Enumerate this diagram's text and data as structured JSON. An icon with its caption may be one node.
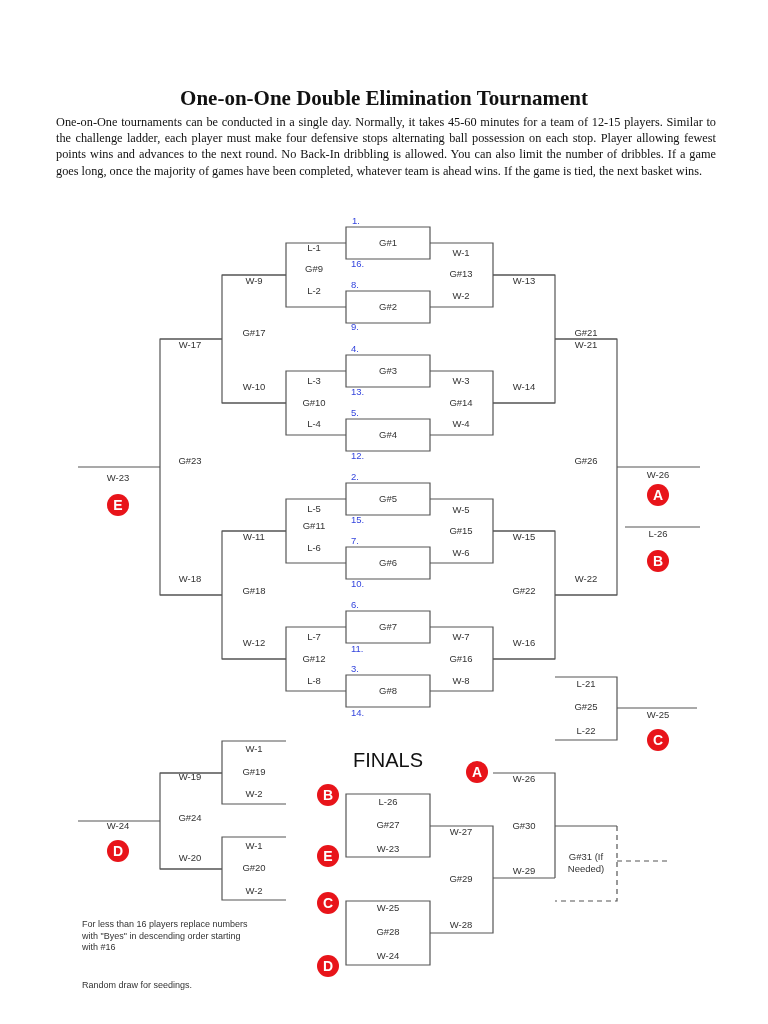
{
  "diagram": {
    "title": "One-on-One Double Elimination Tournament",
    "nodes": [
      {
        "text": [
          "A"
        ],
        "beside": [
          "W-26"
        ]
      },
      {
        "text": [
          "E"
        ],
        "beside": [
          "W-23"
        ]
      },
      {
        "text": [
          "B"
        ],
        "beside": [
          "L-26"
        ]
      },
      {
        "text": [
          "C"
        ],
        "beside": [
          "W-25"
        ]
      },
      {
        "text": [
          "A"
        ],
        "beside": [
          "W-26"
        ]
      },
      {
        "text": [
          "B"
        ]
      },
      {
        "text": [
          "D"
        ],
        "beside": [
          "W-24"
        ]
      },
      {
        "text": [
          "E"
        ]
      },
      {
        "text": [
          "C"
        ]
      },
      {
        "text": [
          "D"
        ]
      }
    ],
    "labels": [
      "One-on-One tournaments can be conducted in a single day. Normally, it takes 45-60 minutes for a team of 12-15 players. Similar to the challenge ladder, each player must make four defensive stops alternating ball possession on each stop. Player allowing fewest points wins and advances to the next round. No Back-In dribbling is allowed. You can also limit the number of dribbles. If a game goes long, once the majority of games have been completed, whatever team is ahead wins. If the game is tied, the next basket wins.",
      "1.",
      "G#1",
      "L-1",
      "W-1",
      "G#9",
      "16.",
      "G#13",
      "W-9",
      "W-13",
      "8.",
      "L-2",
      "W-2",
      "G#2",
      "9.",
      "G#17",
      "G#21",
      "W-17",
      "W-21",
      "4.",
      "G#3",
      "L-3",
      "W-3",
      "W-10",
      "W-14",
      "13.",
      "G#10",
      "G#14",
      "5.",
      "L-4",
      "W-4",
      "G#4",
      "12.",
      "G#23",
      "G#26",
      "2.",
      "G#5",
      "L-5",
      "W-5",
      "15.",
      "G#11",
      "G#15",
      "W-11",
      "W-15",
      "7.",
      "L-6",
      "W-6",
      "G#6",
      "W-18",
      "W-22",
      "10.",
      "G#18",
      "G#22",
      "6.",
      "G#7",
      "L-7",
      "W-7",
      "W-12",
      "W-16",
      "11.",
      "G#12",
      "G#16",
      "3.",
      "L-8",
      "W-8",
      "L-21",
      "G#8",
      "G#25",
      "14.",
      "L-22",
      "W-1",
      "FINALS",
      "W-19",
      "G#19",
      "W-2",
      "L-26",
      "G#24",
      "G#27",
      "W-27",
      "G#30",
      "W-1",
      "W-23",
      "W-20",
      "G#20",
      "G#31 (If Needed)",
      "W-29",
      "G#29",
      "W-2",
      "W-25",
      "For less than 16 players replace numbers with \"Byes\" in descending order starting with #16",
      "W-28",
      "G#28",
      "W-24",
      "Random draw for seedings."
    ]
  }
}
